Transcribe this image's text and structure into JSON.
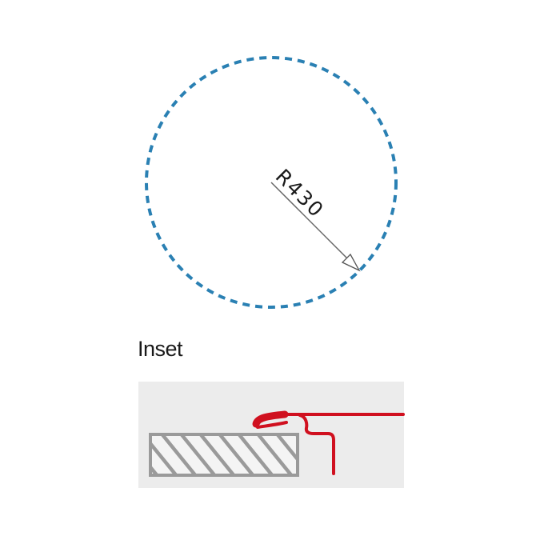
{
  "diagram": {
    "circle": {
      "label": "R430",
      "stroke_color": "#2a80b3",
      "style": "dashed"
    },
    "radius_arrow": {
      "color": "#555555"
    },
    "inset": {
      "label": "Inset",
      "panel_color": "#ececec",
      "profile_color": "#d0101f",
      "worktop_color": "#9a9a9a"
    }
  }
}
